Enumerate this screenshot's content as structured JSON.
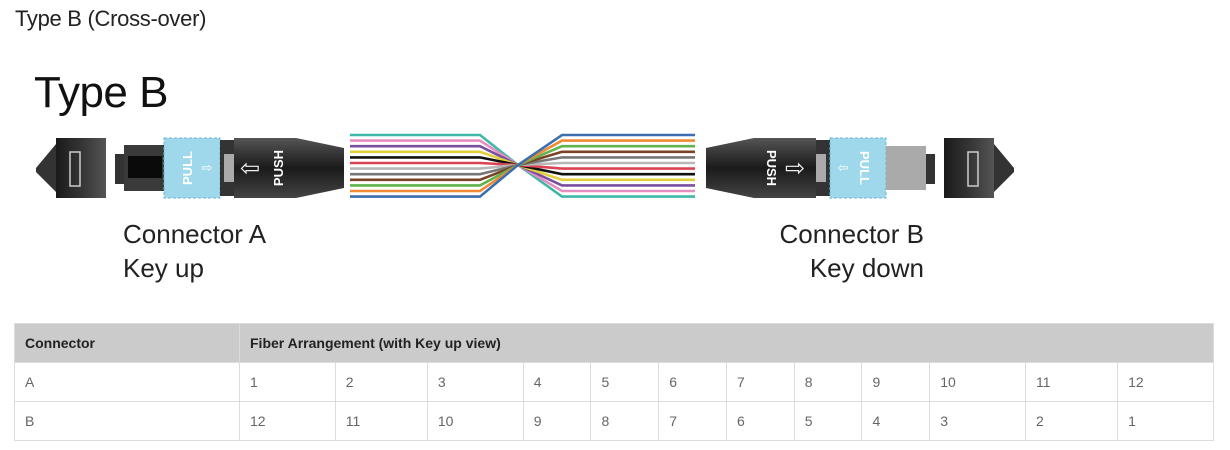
{
  "section_title": "Type B (Cross-over)",
  "diagram": {
    "title": "Type B",
    "connector_a": {
      "name": "Connector A",
      "key": "Key up",
      "pull_label": "PULL",
      "push_label": "PUSH"
    },
    "connector_b": {
      "name": "Connector B",
      "key": "Key down",
      "pull_label": "PULL",
      "push_label": "PUSH"
    },
    "fiber_colors": [
      "#3fb8a8",
      "#e58fc0",
      "#7b4fa0",
      "#e2cf3a",
      "#111111",
      "#d94455",
      "#b8b8b8",
      "#777777",
      "#7b4325",
      "#5fb44f",
      "#ef8b35",
      "#3c6fb0"
    ],
    "boot_color": "#2a2a2a",
    "latch_color": "#9ed8ea"
  },
  "table": {
    "headers": [
      "Connector",
      "Fiber Arrangement (with Key up view)"
    ],
    "rows": [
      {
        "label": "A",
        "values": [
          "1",
          "2",
          "3",
          "4",
          "5",
          "6",
          "7",
          "8",
          "9",
          "10",
          "11",
          "12"
        ]
      },
      {
        "label": "B",
        "values": [
          "12",
          "11",
          "10",
          "9",
          "8",
          "7",
          "6",
          "5",
          "4",
          "3",
          "2",
          "1"
        ]
      }
    ]
  }
}
